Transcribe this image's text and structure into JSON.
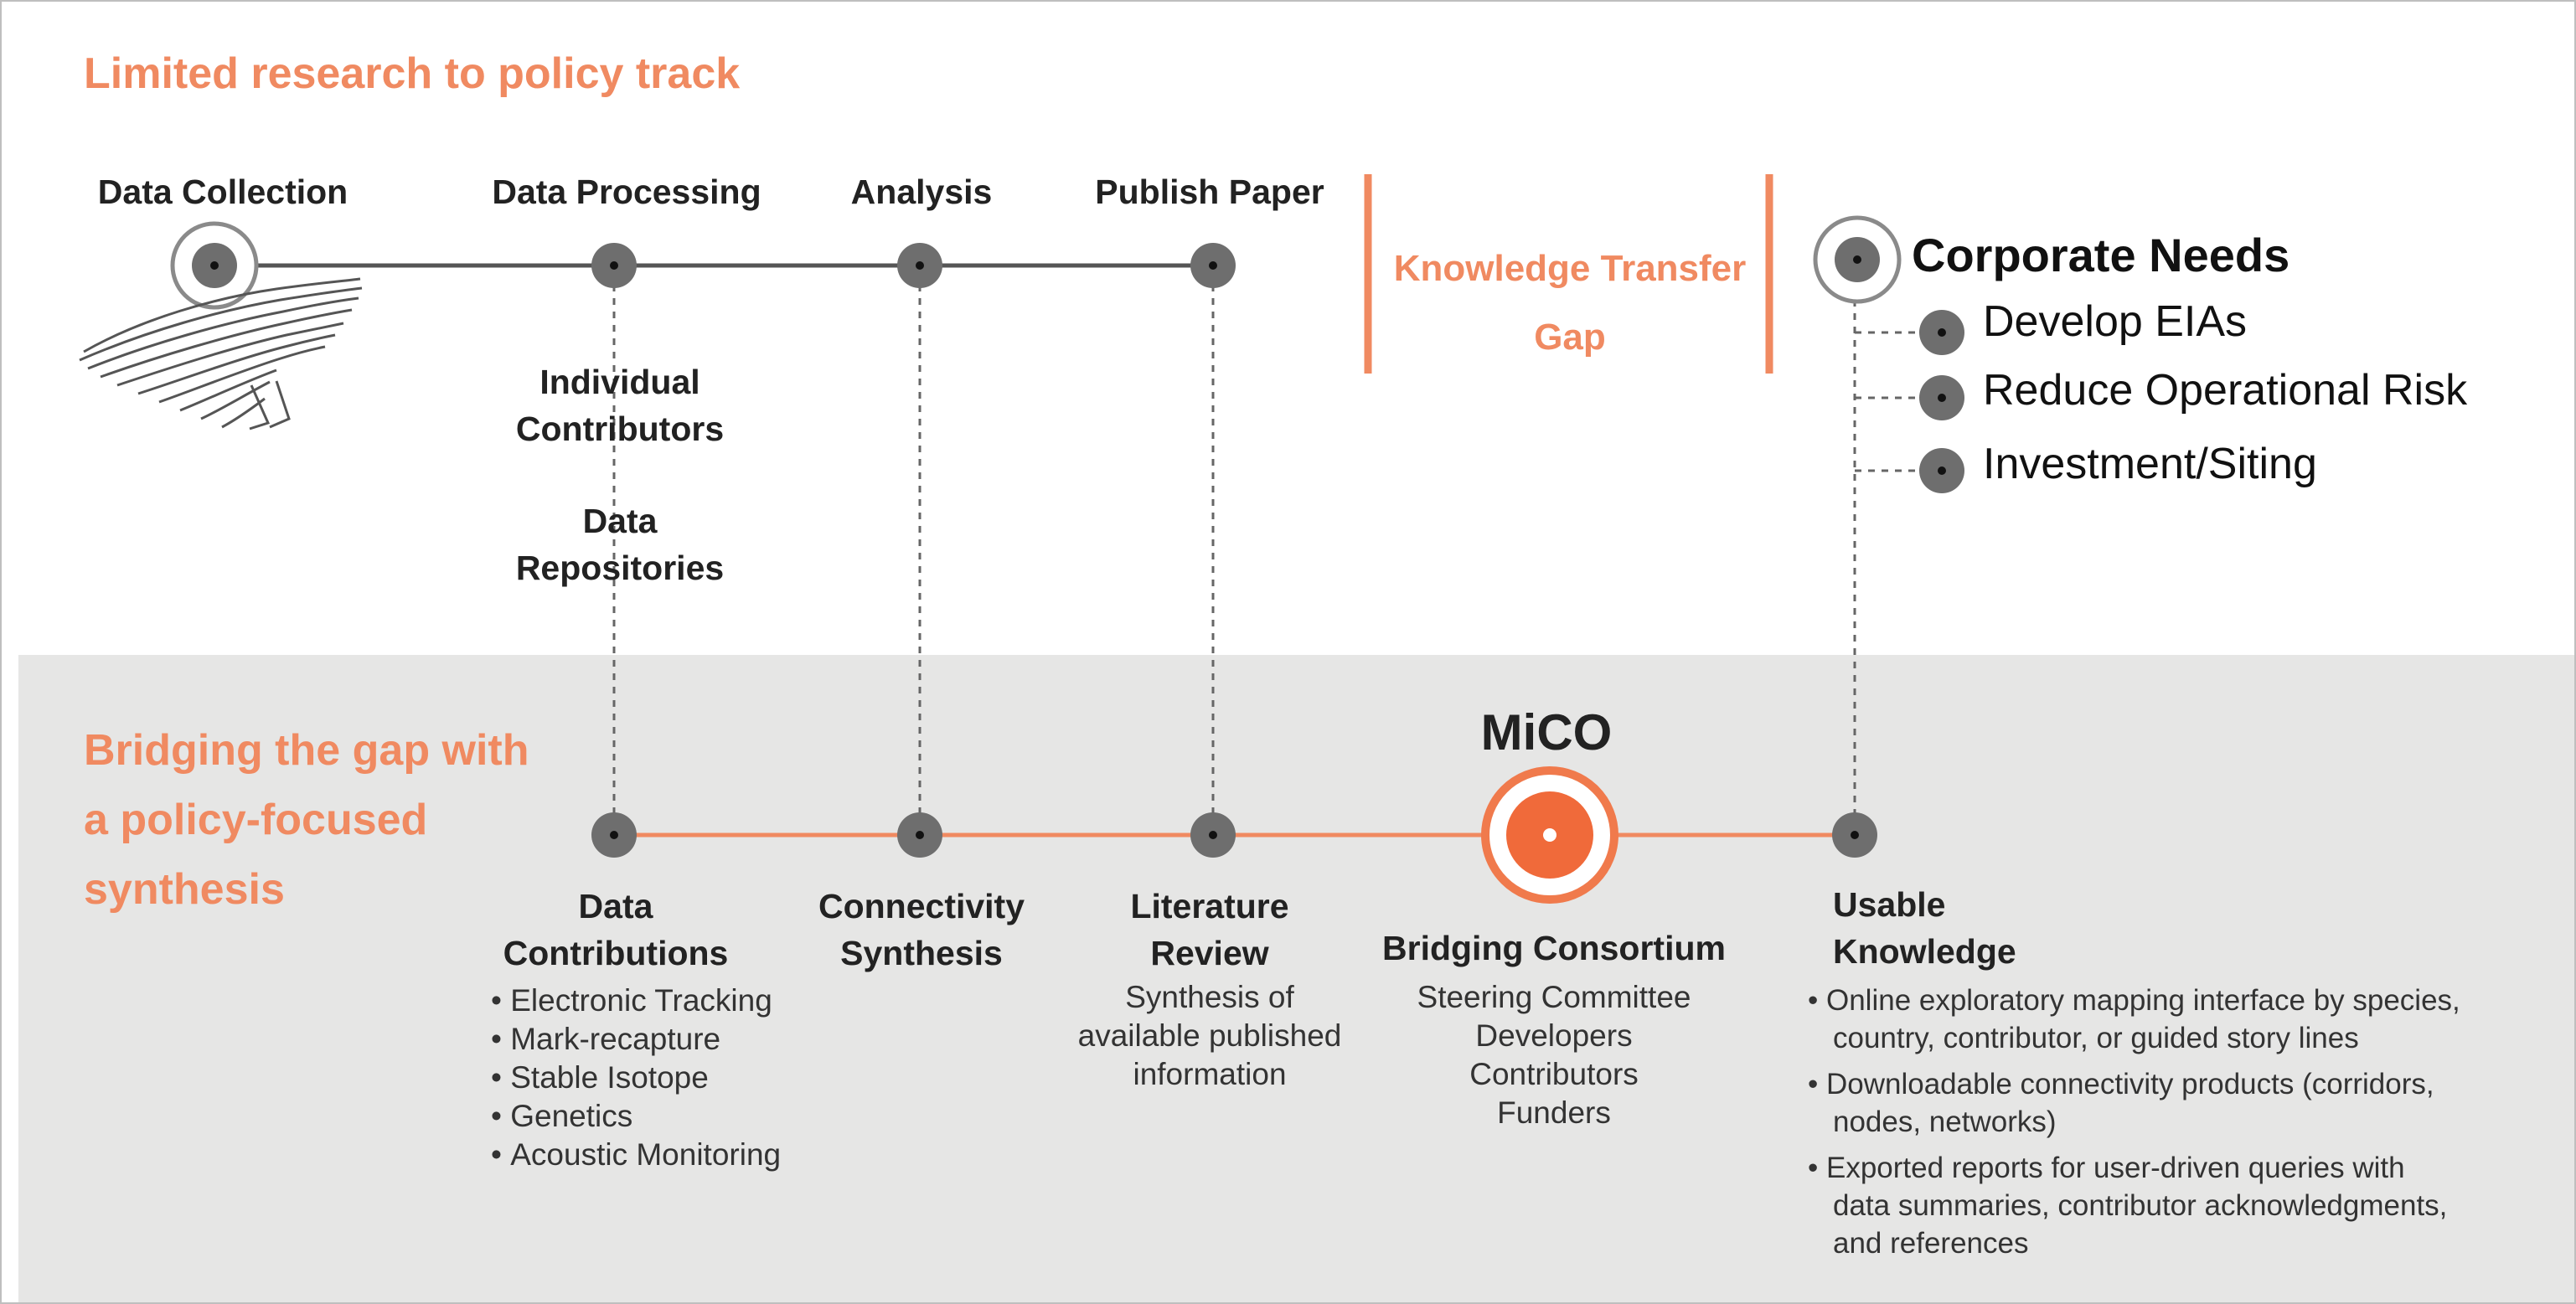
{
  "top_section": {
    "heading": "Limited research to policy track",
    "stages": [
      "Data Collection",
      "Data Processing",
      "Analysis",
      "Publish Paper"
    ],
    "processing_sources": [
      "Individual Contributors",
      "Data Repositories"
    ]
  },
  "gap": {
    "label_line1": "Knowledge Transfer",
    "label_line2": "Gap"
  },
  "corporate": {
    "title": "Corporate Needs",
    "items": [
      "Develop EIAs",
      "Reduce Operational Risk",
      "Investment/Siting"
    ]
  },
  "bottom_section": {
    "heading_lines": [
      "Bridging the gap with",
      "a policy-focused",
      "synthesis"
    ],
    "mico": "MiCO",
    "data_contributions": {
      "title_lines": [
        "Data",
        "Contributions"
      ],
      "bullets": [
        "Electronic Tracking",
        "Mark-recapture",
        "Stable Isotope",
        "Genetics",
        "Acoustic Monitoring"
      ]
    },
    "connectivity": {
      "title_lines": [
        "Connectivity",
        "Synthesis"
      ]
    },
    "literature": {
      "title_lines": [
        "Literature",
        "Review"
      ],
      "desc_lines": [
        "Synthesis of",
        "available published",
        "information"
      ]
    },
    "consortium": {
      "title": "Bridging Consortium",
      "members": [
        "Steering Committee",
        "Developers",
        "Contributors",
        "Funders"
      ]
    },
    "usable": {
      "title_lines": [
        "Usable",
        "Knowledge"
      ],
      "bullets": [
        [
          "Online exploratory mapping interface by species,",
          "country, contributor, or guided story lines"
        ],
        [
          "Downloadable connectivity products (corridors,",
          "nodes, networks)"
        ],
        [
          "Exported reports for user-driven queries with",
          "data summaries, contributor acknowledgments,",
          "and references"
        ]
      ]
    }
  },
  "colors": {
    "accent": "#f08a61",
    "node": "#6e6e6e",
    "line": "#555555",
    "band": "#e6e6e5"
  }
}
